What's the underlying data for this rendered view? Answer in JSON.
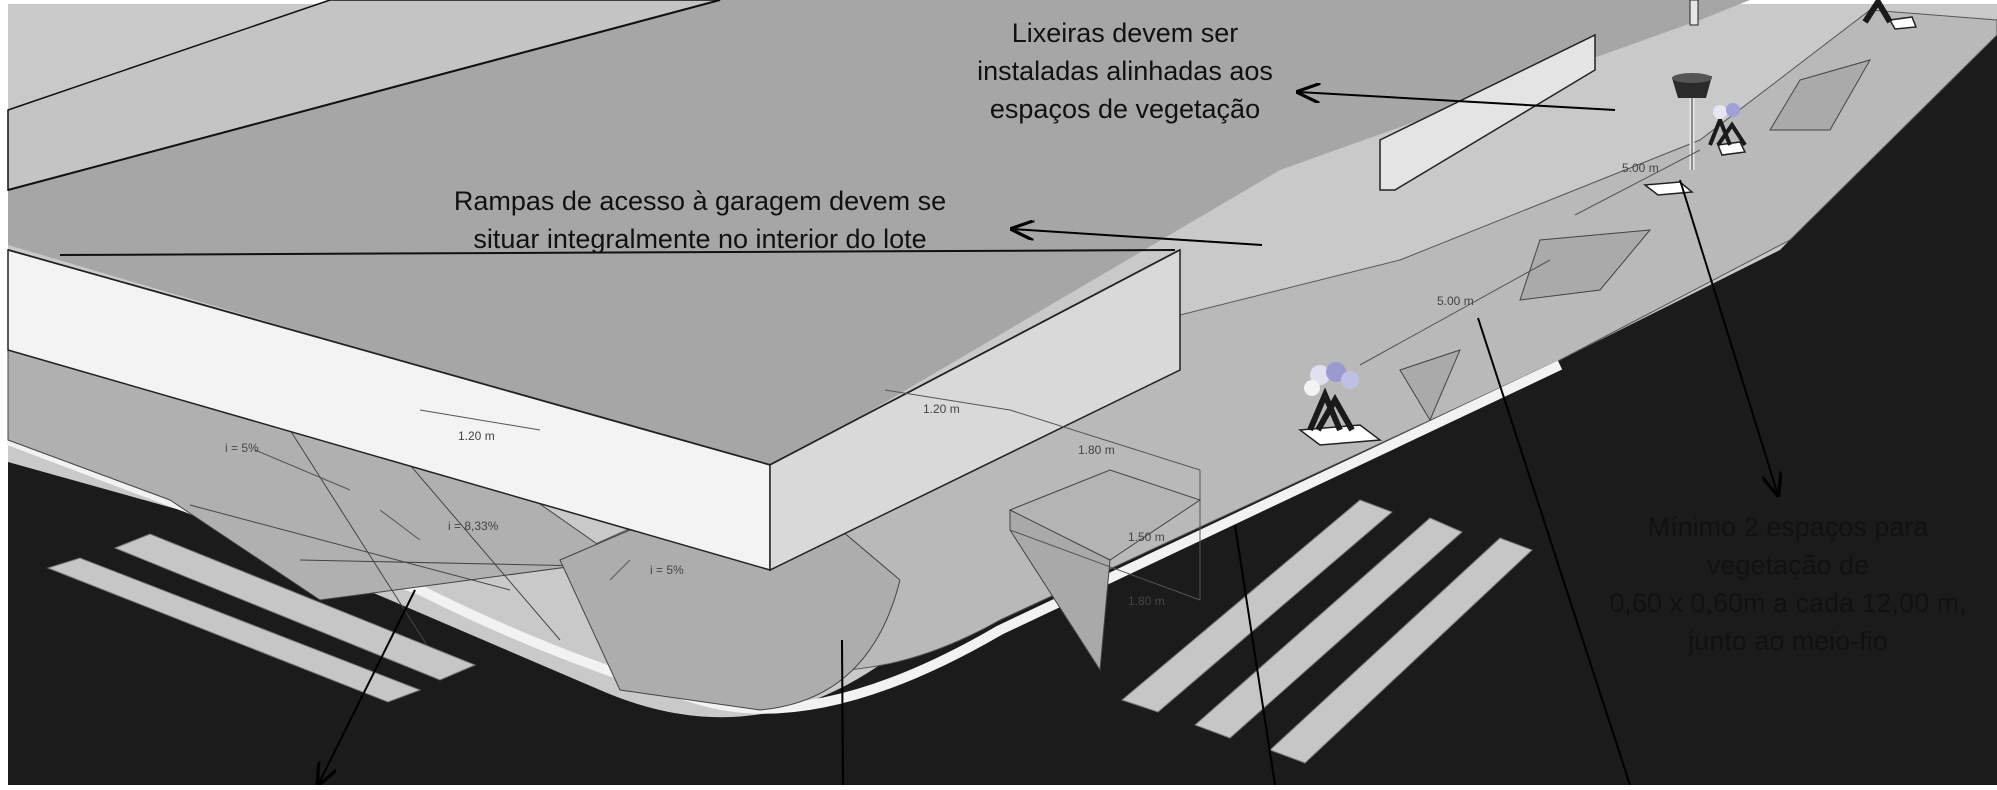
{
  "annotations": {
    "lixeiras": [
      "Lixeiras devem ser",
      "instaladas alinhadas aos",
      "espaços de vegetação"
    ],
    "rampas": [
      "Rampas de acesso à garagem devem  se",
      "situar integralmente no interior do lote"
    ],
    "vegetacao": [
      "Mínimo 2 espaços para",
      "vegetação de",
      "0,60 x 0,60m a cada 12,00 m,",
      "junto ao meio-fio"
    ]
  },
  "dimensions": {
    "d_5m_top": "5.00 m",
    "d_5m_mid": "5.00 m",
    "d_120_left": "1.20 m",
    "d_120_center": "1.20 m",
    "d_180_top": "1.80 m",
    "d_150": "1.50 m",
    "d_180_bottom": "1.80 m",
    "slope_left_top": "i = 5%",
    "slope_left_mid": "i = 8,33%",
    "slope_left_low": "i = 5%"
  },
  "colors": {
    "ground": "#c9c9c9",
    "asphalt": "#1b1b1b",
    "block_top": "#a6a6a6",
    "sidewalk": "#b9b9b9",
    "crosswalk": "#c6c6c6",
    "wall": "#e8e8e8"
  }
}
